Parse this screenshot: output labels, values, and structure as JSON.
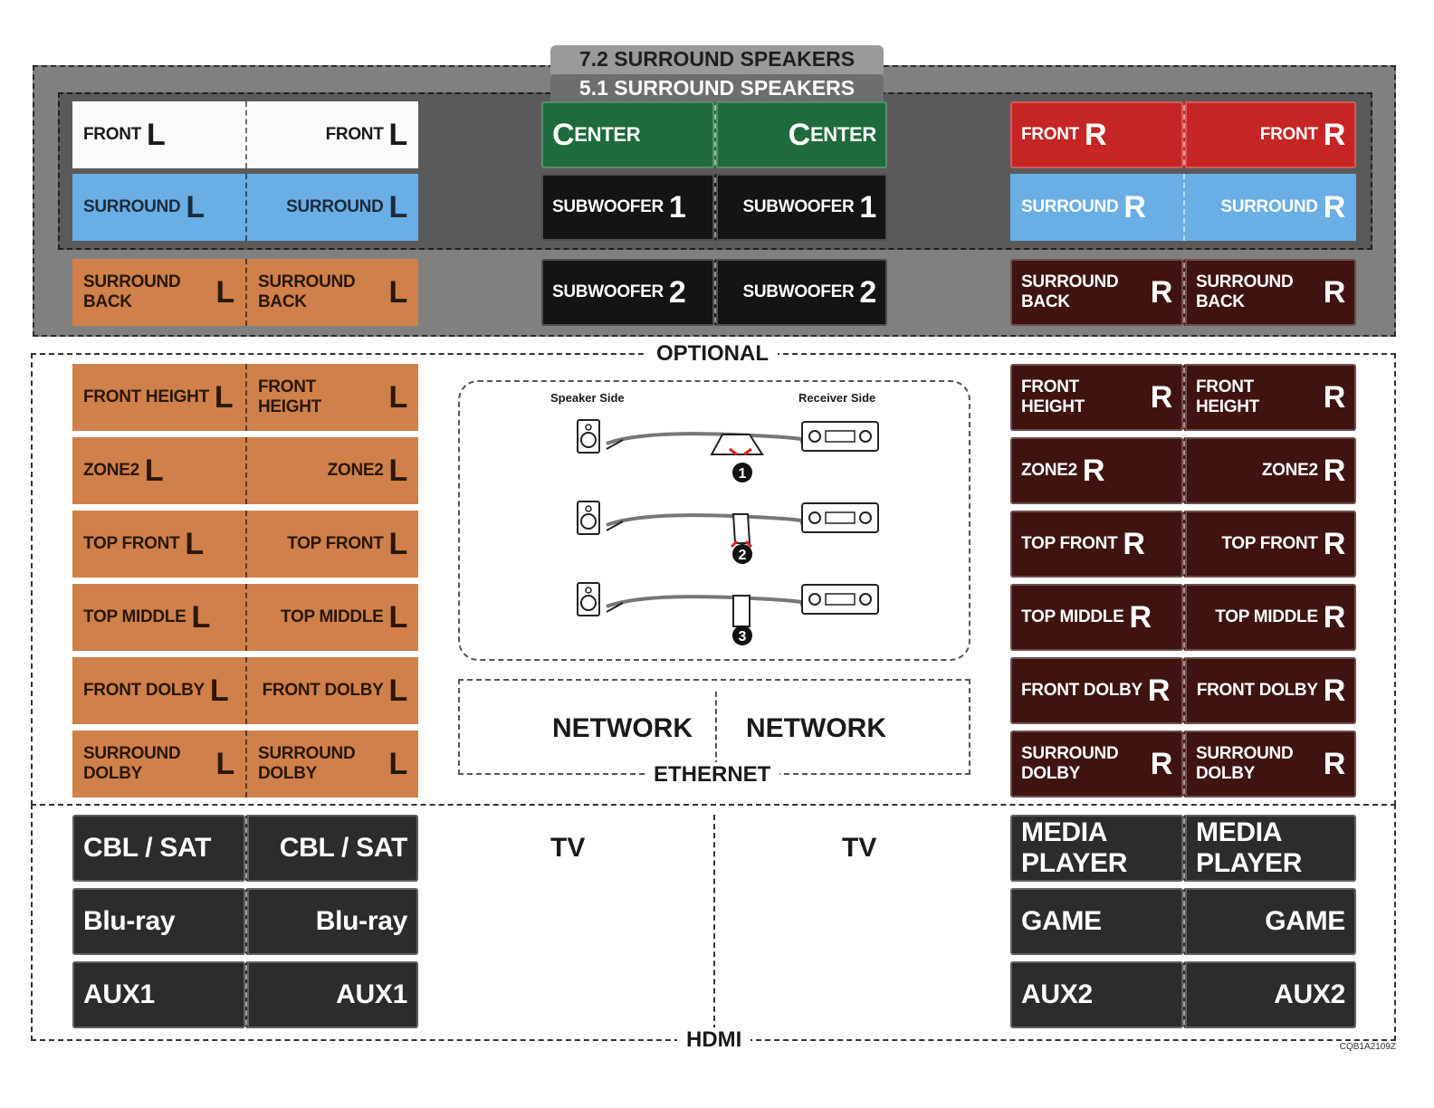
{
  "speakers": {
    "tab_72": "7.2 SURROUND SPEAKERS",
    "tab_51": "5.1 SURROUND SPEAKERS",
    "left_group": [
      {
        "text": "FRONT",
        "suffix": "L"
      },
      {
        "text": "SURROUND",
        "suffix": "L"
      },
      {
        "text": "SURROUND BACK",
        "suffix": "L"
      }
    ],
    "center_group": [
      {
        "text": "ENTER",
        "prefix": "C"
      },
      {
        "text": "SUBWOOFER",
        "suffix": "1"
      },
      {
        "text": "SUBWOOFER",
        "suffix": "2"
      }
    ],
    "right_group": [
      {
        "text": "FRONT",
        "suffix": "R"
      },
      {
        "text": "SURROUND",
        "suffix": "R"
      },
      {
        "text": "SURROUND BACK",
        "suffix": "R"
      }
    ]
  },
  "optional": {
    "title": "OPTIONAL",
    "left_labels": [
      {
        "text": "FRONT HEIGHT",
        "suffix": "L"
      },
      {
        "text": "ZONE2",
        "suffix": "L"
      },
      {
        "text": "TOP FRONT",
        "suffix": "L"
      },
      {
        "text": "TOP MIDDLE",
        "suffix": "L"
      },
      {
        "text": "FRONT DOLBY",
        "suffix": "L"
      },
      {
        "text": "SURROUND DOLBY",
        "suffix": "L"
      }
    ],
    "right_labels": [
      {
        "text": "FRONT HEIGHT",
        "suffix": "R"
      },
      {
        "text": "ZONE2",
        "suffix": "R"
      },
      {
        "text": "TOP FRONT",
        "suffix": "R"
      },
      {
        "text": "TOP MIDDLE",
        "suffix": "R"
      },
      {
        "text": "FRONT DOLBY",
        "suffix": "R"
      },
      {
        "text": "SURROUND DOLBY",
        "suffix": "R"
      }
    ],
    "diagram": {
      "speaker_side": "Speaker Side",
      "receiver_side": "Receiver Side",
      "steps": [
        "1",
        "2",
        "3"
      ]
    },
    "network": {
      "label": "NETWORK",
      "caption": "ETHERNET"
    }
  },
  "hdmi": {
    "title": "HDMI",
    "left_labels": [
      "CBL / SAT",
      "Blu-ray",
      "AUX1"
    ],
    "right_labels": [
      "MEDIA PLAYER",
      "GAME",
      "AUX2"
    ],
    "tv_label": "TV"
  },
  "code": "CQB1A2109Z",
  "colors": {
    "front": "#fbfbfb",
    "surround": "#6aaee6",
    "surround_back_left": "#d0804a",
    "center": "#1f6b3b",
    "subwoofer": "#141414",
    "front_right": "#c62525",
    "right_dark": "#3f1410",
    "hdmi": "#2c2c2c"
  }
}
